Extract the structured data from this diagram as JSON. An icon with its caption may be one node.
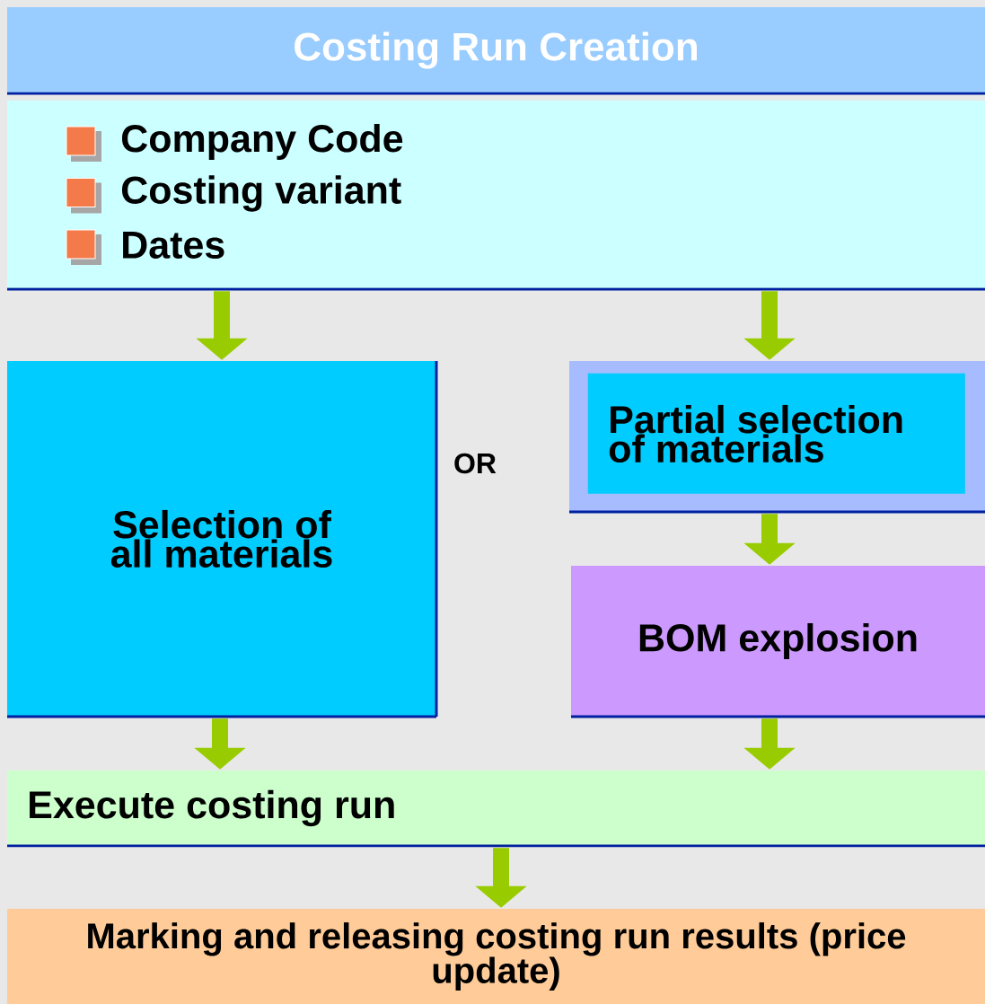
{
  "diagram": {
    "nodes": [
      {
        "text": [
          "Costing Run Creation"
        ]
      },
      {
        "text": [
          "Company Code",
          "Costing variant",
          "Dates"
        ]
      },
      {
        "text": [
          "Selection of all materials"
        ]
      },
      {
        "text": [],
        "shape": "box"
      },
      {
        "text": [
          "Partial selection of materials"
        ],
        "in": 3
      },
      {
        "text": [
          "BOM explosion"
        ]
      },
      {
        "text": [
          "Execute costing run"
        ]
      },
      {
        "text": [
          "Marking and releasing costing run results (price update)"
        ]
      }
    ],
    "edges": [
      {
        "from": 1,
        "to": 2,
        "arrow": "to"
      },
      {
        "from": 1,
        "to": 3,
        "arrow": "to"
      },
      {
        "from": 3,
        "to": 5,
        "arrow": "to"
      },
      {
        "from": 2,
        "to": 6,
        "arrow": "to"
      },
      {
        "from": 5,
        "to": 6,
        "arrow": "to"
      },
      {
        "from": 6,
        "to": 7,
        "arrow": "to"
      }
    ],
    "labels": [
      "OR"
    ]
  }
}
